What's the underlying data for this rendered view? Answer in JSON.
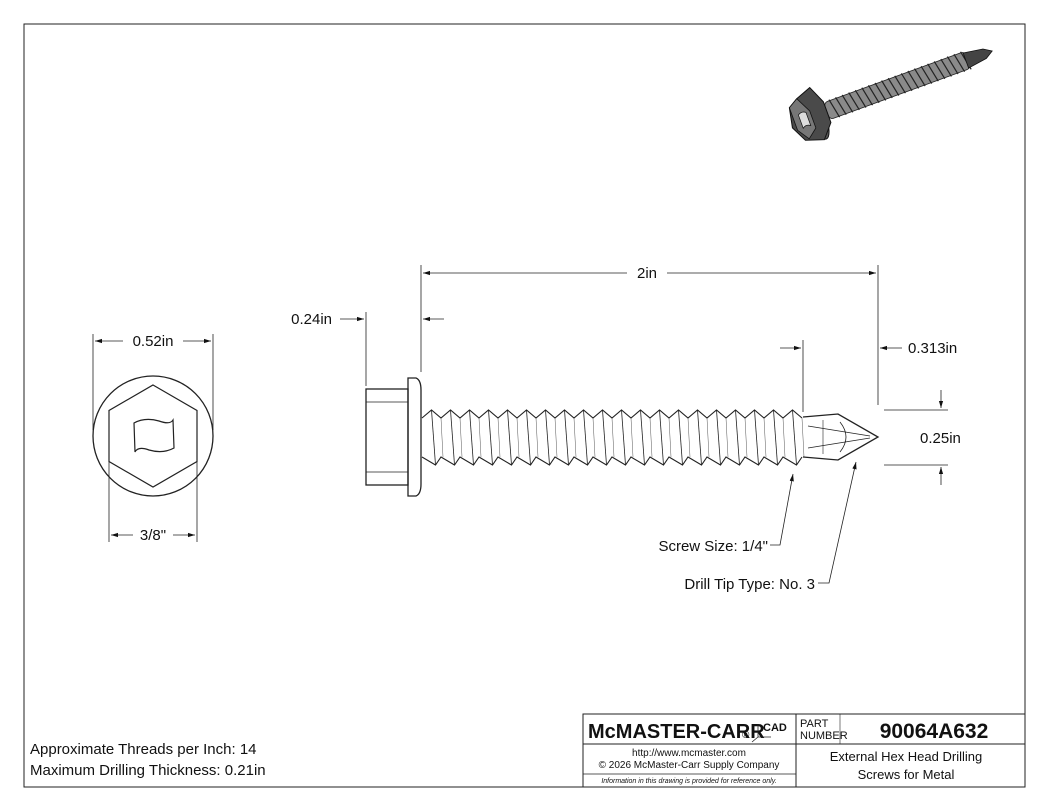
{
  "dimensions": {
    "overall_length": "2in",
    "head_height": "0.24in",
    "drill_tip_length": "0.313in",
    "drill_tip_diameter": "0.25in",
    "flange_diameter": "0.52in",
    "hex_width": "3/8\""
  },
  "callouts": {
    "screw_size": "Screw Size: 1/4\"",
    "drill_tip_type": "Drill Tip Type: No. 3"
  },
  "notes": {
    "threads_per_inch": "Approximate Threads per Inch: 14",
    "max_drilling_thickness": "Maximum Drilling Thickness: 0.21in"
  },
  "title_block": {
    "logo_text": "McMASTER-CARR",
    "logo_mark": "®",
    "cad_mark": "CAD",
    "website": "http://www.mcmaster.com",
    "copyright": "© 2026 McMaster-Carr Supply Company",
    "disclaimer": "Information in this drawing is provided for reference only.",
    "part_label_1": "PART",
    "part_label_2": "NUMBER",
    "part_number": "90064A632",
    "description_1": "External Hex Head Drilling",
    "description_2": "Screws for Metal"
  }
}
